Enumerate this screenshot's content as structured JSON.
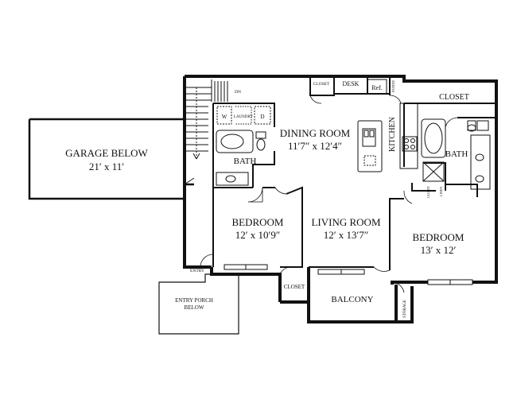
{
  "plan": {
    "garage": {
      "name": "GARAGE BELOW",
      "size": "21′ x 11′"
    },
    "dining": {
      "name": "DINING ROOM",
      "size": "11′7″ x 12′4″"
    },
    "living": {
      "name": "LIVING ROOM",
      "size": "12′ x 13′7″"
    },
    "bedroom_left": {
      "name": "BEDROOM",
      "size": "12′ x 10′9″"
    },
    "bedroom_right": {
      "name": "BEDROOM",
      "size": "13′ x 12′"
    },
    "bath_left": "BATH",
    "bath_right": "BATH",
    "kitchen": "KITCHEN",
    "closet_top_right": "CLOSET",
    "closet_desk": "CLOSET",
    "closet_living": "CLOSET",
    "closet_small": "CLOSET",
    "linen": "LINEN",
    "desk": "DESK",
    "ref": "Ref.",
    "pantry": "PANTRY",
    "laundry": "LAUNDRY",
    "washer": "W",
    "dryer": "D",
    "dn": "DN",
    "balcony": "BALCONY",
    "storage": "STORAGE",
    "entry": "ENTRY",
    "entry_porch_line1": "ENTRY PORCH",
    "entry_porch_line2": "BELOW"
  }
}
